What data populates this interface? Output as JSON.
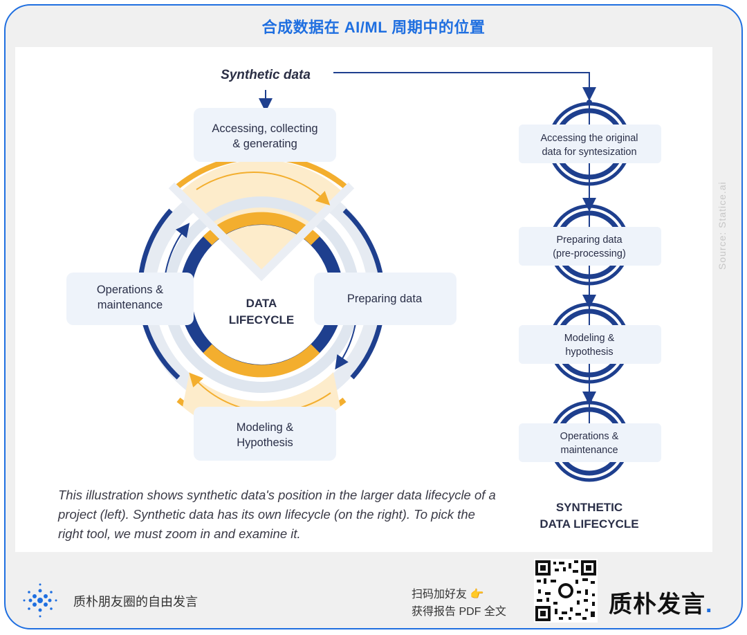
{
  "header": {
    "title": "合成数据在 AI/ML 周期中的位置"
  },
  "diagram": {
    "input_label": "Synthetic data",
    "center_label_line1": "DATA",
    "center_label_line2": "LIFECYCLE",
    "left_cycle": {
      "top_line1": "Accessing, collecting",
      "top_line2": "& generating",
      "right": "Preparing data",
      "bottom_line1": "Modeling  &",
      "bottom_line2": "Hypothesis",
      "left_line1": "Operations &",
      "left_line2": "maintenance"
    },
    "right_lifecycle": {
      "steps": [
        {
          "line1": "Accessing the original",
          "line2": "data for syntesization"
        },
        {
          "line1": "Preparing data",
          "line2": "(pre-processing)"
        },
        {
          "line1": "Modeling &",
          "line2": "hypothesis"
        },
        {
          "line1": "Operations &",
          "line2": "maintenance"
        }
      ],
      "title_line1": "SYNTHETIC",
      "title_line2": "DATA LIFECYCLE"
    },
    "caption": "This illustration shows synthetic data's position in the larger data lifecycle of a project (left).  Synthetic data has its own lifecycle (on the right). To pick the right tool, we must zoom in and examine it.",
    "source": "Source:  Statice.ai",
    "colors": {
      "navy": "#1e3f8e",
      "gold": "#f3ae2e",
      "light_gold": "#fdeccb",
      "box": "#eef3fa"
    }
  },
  "footer": {
    "brand_text": "质朴朋友圈的自由发言",
    "qr_line1": "扫码加好友 👉",
    "qr_line2": "获得报告 PDF 全文",
    "brand_big": "质朴发言",
    "brand_dot": "."
  }
}
